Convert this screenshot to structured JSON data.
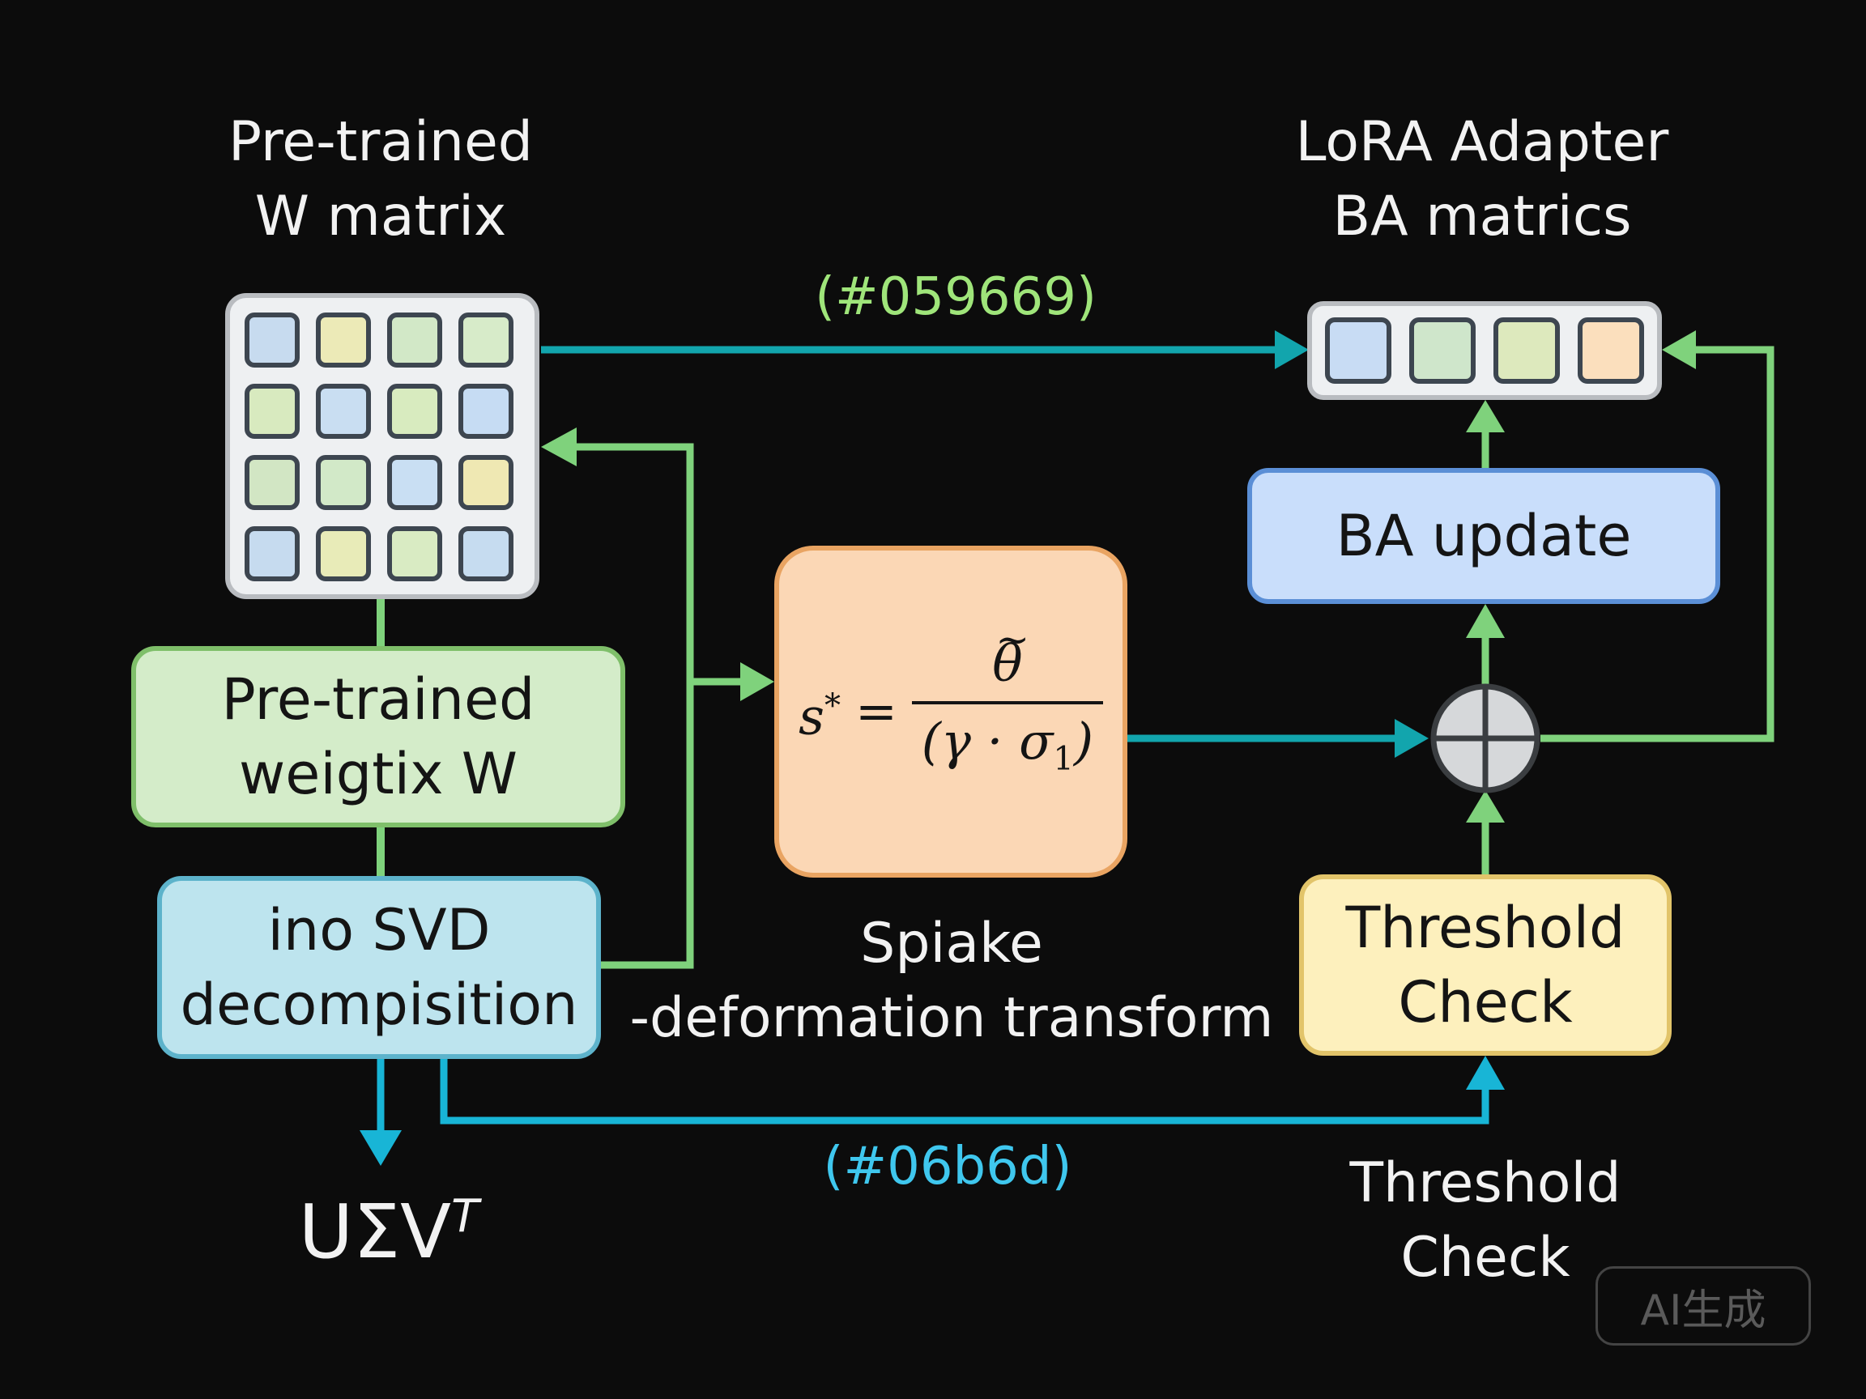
{
  "labels": {
    "pretrained_w": [
      "Pre-trained",
      "W matrix"
    ],
    "lora_adapter": [
      "LoRA Adapter",
      "BA matrics"
    ],
    "spike_transform": [
      "Spiake",
      "-deformation transform"
    ],
    "threshold_bottom": [
      "Threshold",
      "Check"
    ],
    "usv": "UΣV",
    "usv_sup": "T"
  },
  "boxes": {
    "pretrained_weights": [
      "Pre-trained",
      "weigtix W"
    ],
    "svd": [
      "ino SVD",
      "decompisition"
    ],
    "ba_update": "BA update",
    "threshold_check": [
      "Threshold",
      "Check"
    ]
  },
  "formula": {
    "lhs": "s",
    "lhs_sup": "*",
    "equals": "=",
    "numerator": "θ",
    "numerator_mark": "~",
    "denominator": "(γ · σ",
    "denominator_sub": "1",
    "denominator_close": ")"
  },
  "connector_labels": {
    "green_hex": "(#059669)",
    "cyan_hex": "(#06b6d)"
  },
  "watermark": "AI生成",
  "colors": {
    "background": "#0c0c0c",
    "green_arrow": "#7fd27c",
    "teal_arrow": "#12a5ad",
    "cyan_arrow": "#18b5d6",
    "green_text": "#9fe57a",
    "cyan_text": "#3fc7ee",
    "pretrained_box": "#d4ecc9",
    "svd_box": "#bde4ee",
    "formula_box": "#fbd7b5",
    "ba_update_box": "#c9defb",
    "threshold_box": "#fdf0bd",
    "adder": "#d6d8da"
  },
  "matrix_cells": [
    "#c7dbef",
    "#eceab7",
    "#d2e8c7",
    "#d7ebc9",
    "#d8eabf",
    "#c9def2",
    "#d8ebbf",
    "#c6dcf3",
    "#d2e6c4",
    "#d2e9c8",
    "#c9dff3",
    "#efe8b3",
    "#c6dbef",
    "#e8ebb8",
    "#d9ebc3",
    "#c6dcf0"
  ],
  "adapter_cells": [
    "#c8dcf4",
    "#cfe6cb",
    "#dde9bd",
    "#fbdfbd"
  ]
}
